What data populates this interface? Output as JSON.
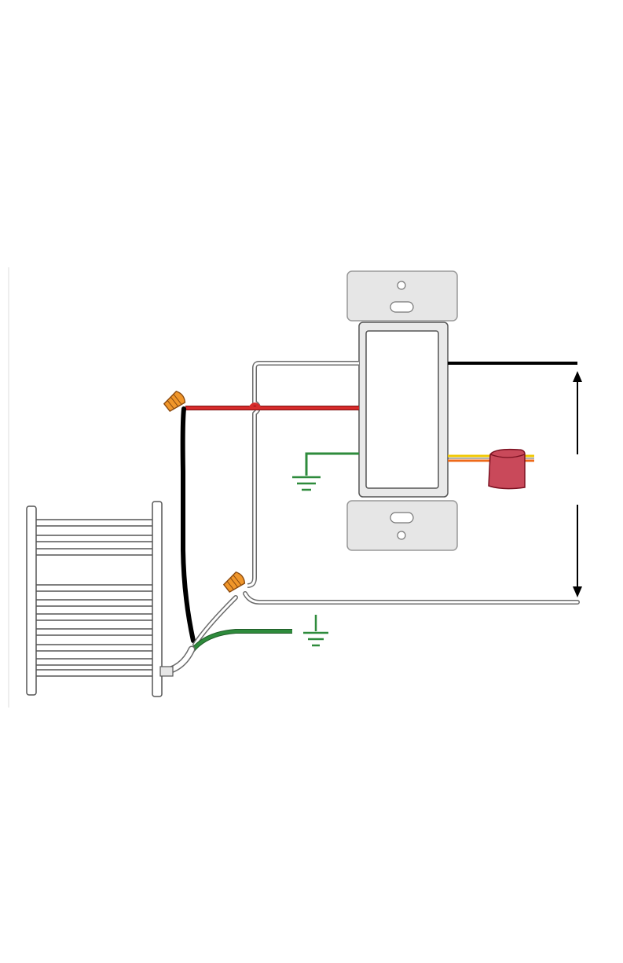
{
  "title": "",
  "colors": {
    "background": "#ffffff",
    "line_hot": "#000000",
    "line_red": "#d62b2b",
    "line_ground": "#2e8b3c",
    "line_neutral_outline": "#6b6b6b",
    "wire_nut": "#f0962a",
    "plate": "#e6e6e6",
    "tape": "#c9495a",
    "yellow_wire": "#f0c800",
    "orange_wire": "#ee6a1a"
  },
  "components": {
    "switch": "dimmer-switch",
    "heater": "towel-warmer",
    "connectors": [
      "wire-nut-red",
      "wire-nut-white"
    ],
    "ground_symbols": [
      "ground-symbol-switch",
      "ground-symbol-supply"
    ],
    "capped_leads": "taped-wire-ends",
    "supply_arrow": "supply-double-arrow"
  }
}
